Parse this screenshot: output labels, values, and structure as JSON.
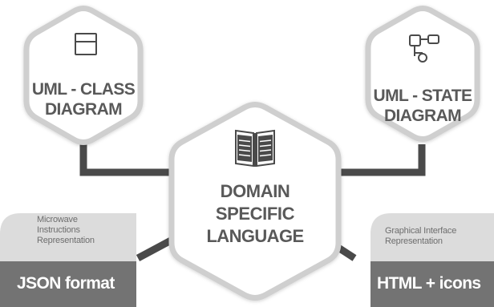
{
  "nodes": {
    "uml_class": {
      "lines": [
        "UML - CLASS",
        "DIAGRAM"
      ],
      "icon": "class-box-icon"
    },
    "uml_state": {
      "lines": [
        "UML - STATE",
        "DIAGRAM"
      ],
      "icon": "state-chart-icon"
    },
    "dsl": {
      "lines": [
        "DOMAIN",
        "SPECIFIC",
        "LANGUAGE"
      ],
      "icon": "open-book-icon"
    }
  },
  "cards": {
    "json": {
      "caption": [
        "Microwave",
        "Instructions",
        "Representation"
      ],
      "title": "JSON format"
    },
    "html": {
      "caption": [
        "Graphical Interface",
        "Representation"
      ],
      "title": "HTML + icons"
    }
  },
  "colors": {
    "hex_fill": "#ffffff",
    "hex_border": "#cfcfcf",
    "text": "#595959",
    "connector": "#4a4a4a",
    "card_top": "#dcdcdc",
    "card_bottom": "#737373"
  }
}
